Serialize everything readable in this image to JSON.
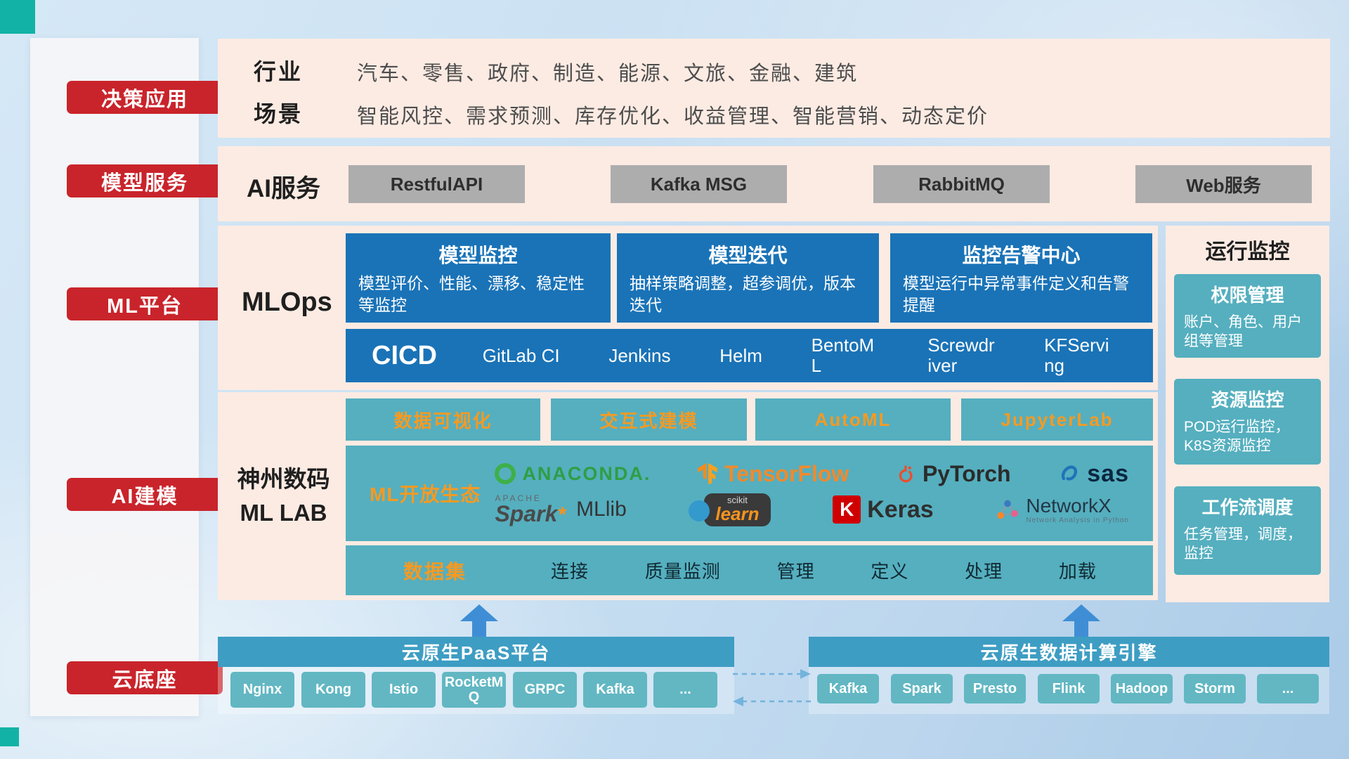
{
  "colors": {
    "accent_red": "#c9242b",
    "panel_pink": "#fcebe3",
    "box_blue": "#1a73b7",
    "box_teal": "#55afbf",
    "accent_orange": "#f59a23",
    "bar_blue": "#3e9dc3",
    "chip_teal": "#62b7c3",
    "button_gray": "#adadad",
    "decor_teal": "#12b3a6"
  },
  "sidebar": {
    "items": [
      {
        "label": "决策应用"
      },
      {
        "label": "模型服务"
      },
      {
        "label": "ML平台"
      },
      {
        "label": "AI建模"
      },
      {
        "label": "云底座"
      }
    ]
  },
  "industry": {
    "row1_label": "行业",
    "row1_text": "汽车、零售、政府、制造、能源、文旅、金融、建筑",
    "row2_label": "场景",
    "row2_text": "智能风控、需求预测、库存优化、收益管理、智能营销、动态定价"
  },
  "ai_service": {
    "label": "AI服务",
    "buttons": [
      "RestfulAPI",
      "Kafka MSG",
      "RabbitMQ",
      "Web服务"
    ]
  },
  "mlops": {
    "label": "MLOps",
    "cards": [
      {
        "title": "模型监控",
        "desc": "模型评价、性能、漂移、稳定性等监控"
      },
      {
        "title": "模型迭代",
        "desc": "抽样策略调整，超参调优，版本迭代"
      },
      {
        "title": "监控告警中心",
        "desc": "模型运行中异常事件定义和告警提醒"
      }
    ],
    "cicd_label": "CICD",
    "cicd_items": [
      "GitLab CI",
      "Jenkins",
      "Helm",
      "BentoML",
      "Screwdriver",
      "KFServing"
    ]
  },
  "monitoring": {
    "title": "运行监控",
    "cards": [
      {
        "title": "权限管理",
        "desc": "账户、角色、用户组等管理"
      },
      {
        "title": "资源监控",
        "desc": "POD运行监控，K8S资源监控"
      },
      {
        "title": "工作流调度",
        "desc": "任务管理，调度，监控"
      }
    ]
  },
  "mllab": {
    "label_line1": "神州数码",
    "label_line2": "ML LAB",
    "tools": [
      "数据可视化",
      "交互式建模",
      "AutoML",
      "JupyterLab"
    ],
    "ecosystem_label": "ML开放生态",
    "logos": {
      "anaconda": "ANACONDA.",
      "tensorflow": "TensorFlow",
      "pytorch": "PyTorch",
      "sas": "sas",
      "spark_small": "APACHE",
      "spark": "Spark",
      "mllib": "MLlib",
      "scikit_small": "scikit",
      "scikit": "learn",
      "keras_k": "K",
      "keras": "Keras",
      "networkx": "NetworkX",
      "networkx_sub": "Network Analysis in Python"
    },
    "dataset_label": "数据集",
    "dataset_items": [
      "连接",
      "质量监测",
      "管理",
      "定义",
      "处理",
      "加载"
    ]
  },
  "cloud": {
    "paas_title": "云原生PaaS平台",
    "paas_items": [
      "Nginx",
      "Kong",
      "Istio",
      "RocketMQ",
      "GRPC",
      "Kafka",
      "..."
    ],
    "engine_title": "云原生数据计算引擎",
    "engine_items": [
      "Kafka",
      "Spark",
      "Presto",
      "Flink",
      "Hadoop",
      "Storm",
      "..."
    ]
  }
}
